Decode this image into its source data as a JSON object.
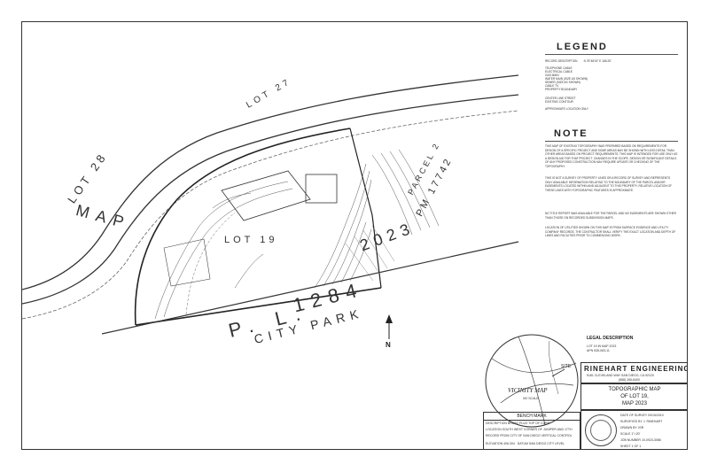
{
  "legend": {
    "title": "LEGEND",
    "rows": [
      {
        "label": "RECORD DESCRIPTION",
        "value": "N 78°48'15\" E 165.25'"
      },
      {
        "label": "TELEPHONE CABLE",
        "value": ""
      },
      {
        "label": "ELECTRICAL CABLE",
        "value": ""
      },
      {
        "label": "GAS MAIN",
        "value": ""
      },
      {
        "label": "WATER MAIN (SIZE AS SHOWN)",
        "value": ""
      },
      {
        "label": "SEWER (SIZE AS SHOWN)",
        "value": ""
      },
      {
        "label": "CABLE TV",
        "value": ""
      },
      {
        "label": "PROPERTY BOUNDARY",
        "value": ""
      },
      {
        "label": "CENTER LINE STREET",
        "value": ""
      },
      {
        "label": "EXISTING CONTOUR",
        "value": ""
      },
      {
        "label": "APPROXIMATE LOCATION ONLY",
        "value": ""
      }
    ]
  },
  "note": {
    "title": "NOTE",
    "paragraphs": [
      "THIS MAP OF EXISTING TOPOGRAPHY WAS PREPARED BASED ON REQUIREMENTS FOR DESIGN OF A SPECIFIC PROJECT AND SOME AREAS MAY BE SHOWN WITH LESS DETAIL THAN OTHER AREAS BASED ON PROJECT REQUIREMENTS. THIS MAP IS INTENDED FOR USE ONLY AS A DESIGN AID FOR THAT PROJECT. CHANGES IN THE SCOPE, DESIGN OR SIGNIFICANT DETAILS OF ANY PROPOSED CONSTRUCTION MAY REQUIRE UPDATE OR CHECKING OF THE TOPOGRAPHY.",
      "THIS IS NOT A SURVEY OF PROPERTY LINES OR A RECORD OF SURVEY AND REPRESENTS ONLY AVAILABLE INFORMATION RELATING TO THE BOUNDARY OF THE PARCEL AND/OR EASEMENTS LOCATED WITHIN AND ADJACENT TO THIS PROPERTY. RELATIVE LOCATION OF THESE LINES WITH TOPOGRAPHIC FEATURES IS APPROXIMATE.",
      "NO TITLE REPORT WAS AVAILABLE FOR THE PARCEL AND NO EASEMENTS ARE SHOWN OTHER THAN THOSE ON RECORDED SUBDIVISION MAPS.",
      "LOCATION OF UTILITIES SHOWN ON THIS MAP IS FROM SURFACE EVIDENCE AND UTILITY COMPANY RECORDS. THE CONTRACTOR SHALL VERIFY THE EXACT LOCATION AND DEPTH OF LINES AND FACILITIES PRIOR TO COMMENCING WORK."
    ]
  },
  "map": {
    "lot_28": "LOT 28",
    "lot_27": "LOT 27",
    "lot_19": "LOT 19",
    "map_word": "MAP",
    "map_number": "2023",
    "pl": "P. L.",
    "pl_number": "1284",
    "city_park": "CITY PARK",
    "parcel": "PARCEL 2",
    "pm": "PM 17742",
    "north": "N"
  },
  "vicinity": {
    "title": "VICINITY MAP",
    "scale": "NO SCALE",
    "site": "SITE"
  },
  "bench": {
    "title": "BENCH MARK",
    "rows": [
      {
        "label": "DESCRIPTION",
        "value": "BRASS PLUG TOP OF CURB"
      },
      {
        "label": "LOCATION",
        "value": "SOUTH WEST CORNER OF JUNIPER AND 17TH"
      },
      {
        "label": "RECORD FROM",
        "value": "CITY OF SAN DIEGO VERTICAL CONTROL"
      },
      {
        "label": "ELEVATION",
        "value": "406.304"
      },
      {
        "label": "DATUM",
        "value": "SAN DIEGO CITY LEVEL"
      }
    ]
  },
  "company": {
    "name": "RINEHART ENGINEERING",
    "address": "5181 CLEVELAND WAY    SAN DIEGO, CA  92120",
    "phone": "(858) 265-8400"
  },
  "sheet": {
    "title_line1": "TOPOGRAPHIC MAP",
    "title_line2": "OF LOT 19,",
    "title_line3": "MAP 2023"
  },
  "info": {
    "rows": [
      {
        "label": "DATE OF SURVEY",
        "value": "09/15/2010"
      },
      {
        "label": "SURVEYED BY",
        "value": "J. RINEHART"
      },
      {
        "label": "DRAWN BY",
        "value": "JSR"
      },
      {
        "label": "SCALE",
        "value": "1\"=20'"
      },
      {
        "label": "JOB NUMBER",
        "value": "10-0923-3086"
      },
      {
        "label": "SHEET",
        "value": "1  OF  1"
      }
    ]
  },
  "legal": {
    "title": "LEGAL DESCRIPTION",
    "text": "LOT 19 IN MAP 2023",
    "apn": "APN 535-063-11"
  }
}
